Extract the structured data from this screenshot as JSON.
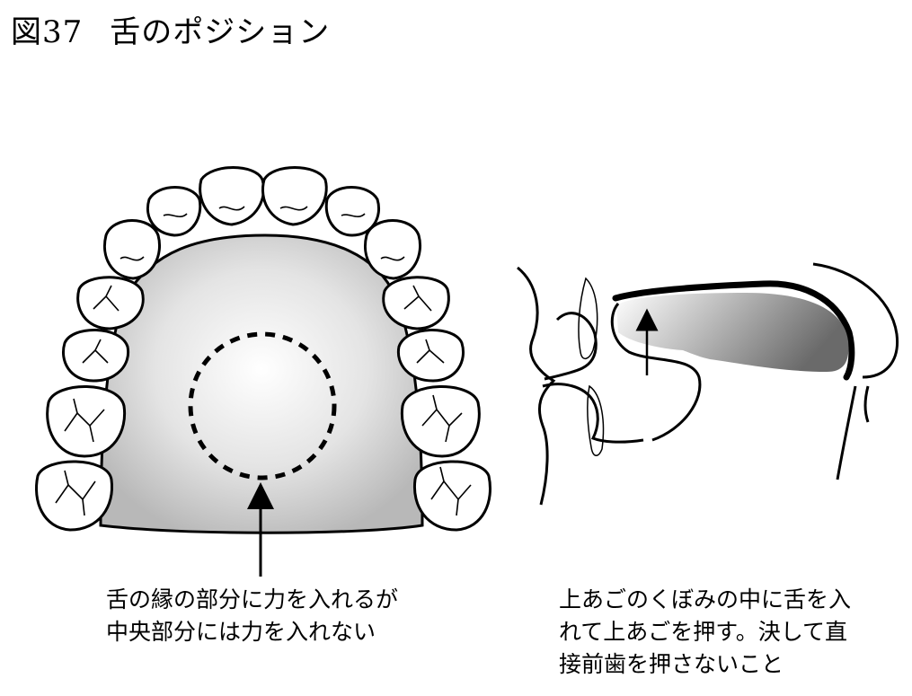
{
  "title": {
    "number": "図37",
    "text": "舌のポジション"
  },
  "captions": {
    "left": [
      "舌の縁の部分に力を入れるが",
      "中央部分には力を入れない"
    ],
    "right": [
      "上あごのくぼみの中に舌を入",
      "れて上あごを押す。決して直",
      "接前歯を押さないこと"
    ]
  },
  "illustrations": {
    "left": "upper-dental-arch-palate",
    "right": "mouth-cross-section-tongue"
  }
}
